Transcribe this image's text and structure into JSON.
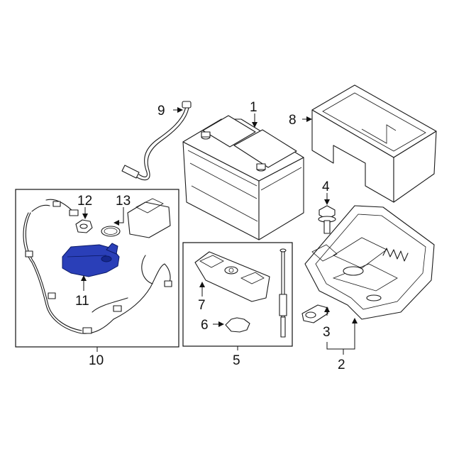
{
  "diagram": {
    "callouts": [
      {
        "id": "c1",
        "text": "1"
      },
      {
        "id": "c2",
        "text": "2"
      },
      {
        "id": "c3",
        "text": "3"
      },
      {
        "id": "c4",
        "text": "4"
      },
      {
        "id": "c5",
        "text": "5"
      },
      {
        "id": "c6",
        "text": "6"
      },
      {
        "id": "c7",
        "text": "7"
      },
      {
        "id": "c8",
        "text": "8"
      },
      {
        "id": "c9",
        "text": "9"
      },
      {
        "id": "c10",
        "text": "10"
      },
      {
        "id": "c11",
        "text": "11"
      },
      {
        "id": "c12",
        "text": "12"
      },
      {
        "id": "c13",
        "text": "13"
      }
    ],
    "colors": {
      "line": "#1a1a1a",
      "highlight": "#2a3fb8",
      "background": "#ffffff"
    }
  }
}
